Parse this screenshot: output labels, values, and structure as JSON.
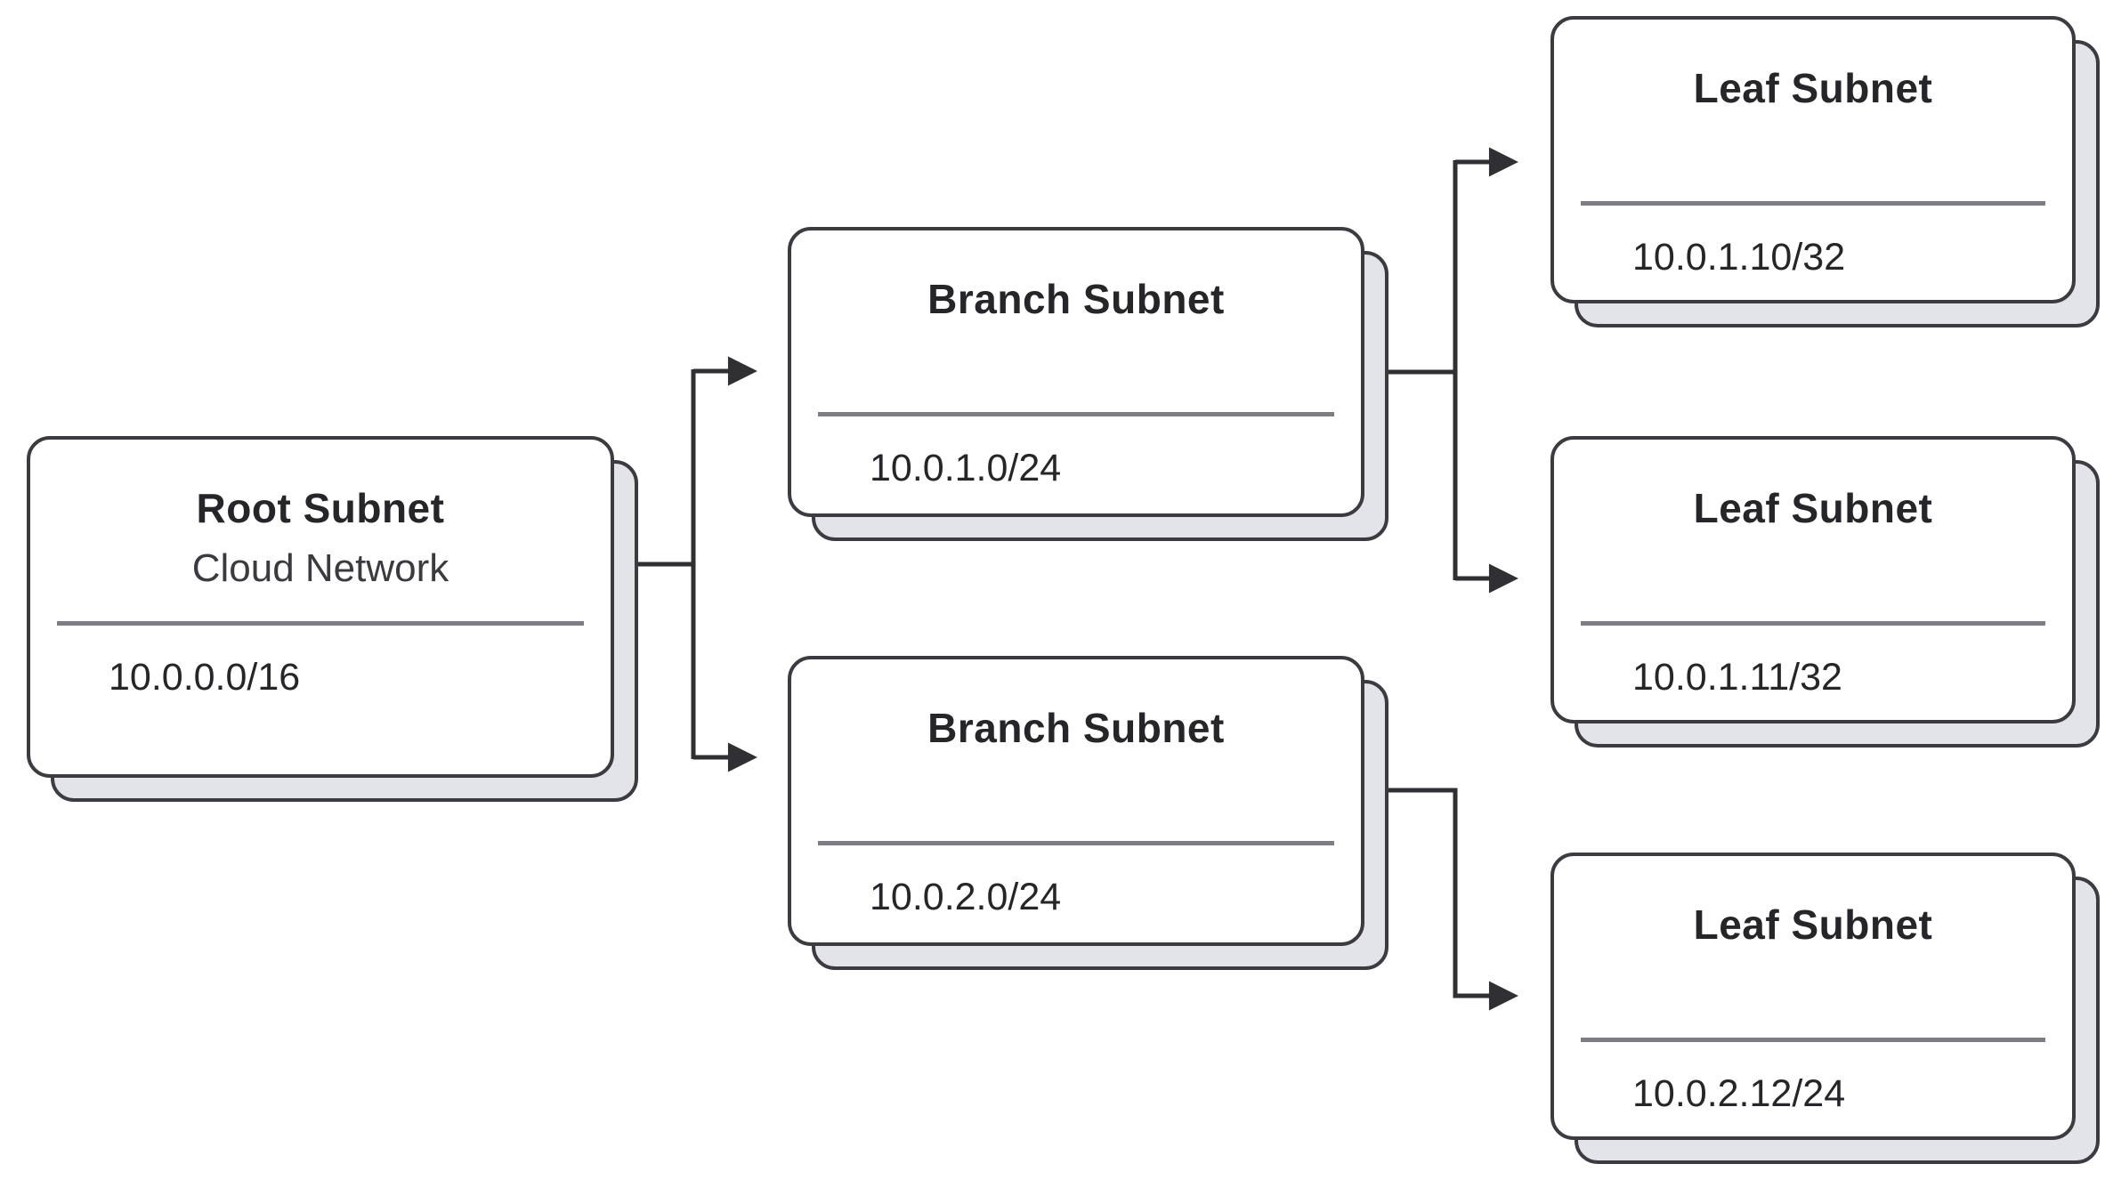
{
  "diagram": {
    "type": "tree",
    "direction": "left-to-right",
    "description": "Subnet hierarchy diagram with stacked-card nodes connected by elbow arrows",
    "nodes": [
      {
        "role": "root",
        "title": "Root Subnet",
        "subtitle": "Cloud Network",
        "cidr": "10.0.0.0/16"
      },
      {
        "role": "branch",
        "title": "Branch Subnet",
        "subtitle": "",
        "cidr": "10.0.1.0/24"
      },
      {
        "role": "branch",
        "title": "Branch Subnet",
        "subtitle": "",
        "cidr": "10.0.2.0/24"
      },
      {
        "role": "leaf",
        "title": "Leaf Subnet",
        "subtitle": "",
        "cidr": "10.0.1.10/32"
      },
      {
        "role": "leaf",
        "title": "Leaf Subnet",
        "subtitle": "",
        "cidr": "10.0.1.11/32"
      },
      {
        "role": "leaf",
        "title": "Leaf Subnet",
        "subtitle": "",
        "cidr": "10.0.2.12/24"
      }
    ],
    "edges": [
      {
        "from": "10.0.0.0/16",
        "to": "10.0.1.0/24"
      },
      {
        "from": "10.0.0.0/16",
        "to": "10.0.2.0/24"
      },
      {
        "from": "10.0.1.0/24",
        "to": "10.0.1.10/32"
      },
      {
        "from": "10.0.1.0/24",
        "to": "10.0.1.11/32"
      },
      {
        "from": "10.0.2.0/24",
        "to": "10.0.2.12/24"
      }
    ],
    "colors": {
      "card_fill": "#ffffff",
      "card_border": "#3b3b41",
      "card_shadow_fill": "#e3e4e7",
      "divider": "#7d7d83",
      "connector": "#2f2f34",
      "title_text": "#26262a",
      "body_text": "#3a3a40"
    }
  }
}
